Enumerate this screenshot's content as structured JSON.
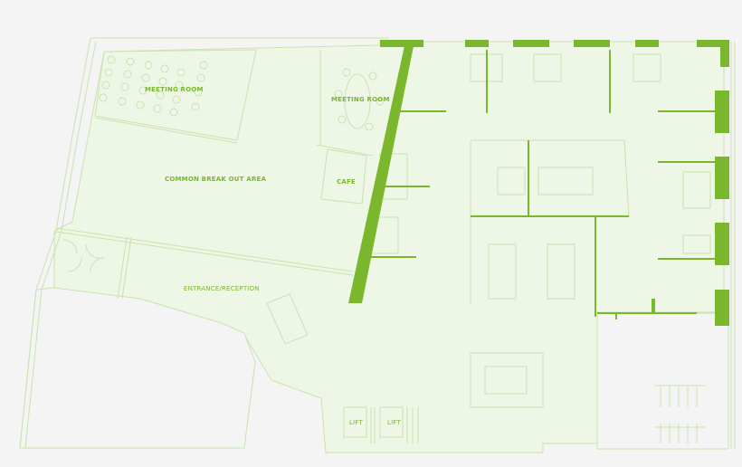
{
  "colors": {
    "background": "#f4f4f4",
    "floor_fill": "#eef6e6",
    "thin_line": "#c9e3b0",
    "wall_accent": "#7ab72c",
    "label_text": "#7ab72c"
  },
  "rooms": [
    {
      "id": "meeting-room-large",
      "label": "MEETING ROOM"
    },
    {
      "id": "meeting-room-small",
      "label": "MEETING ROOM"
    },
    {
      "id": "common-break-out-area",
      "label": "COMMON BREAK OUT AREA"
    },
    {
      "id": "cafe",
      "label": "CAFE"
    },
    {
      "id": "entrance-reception",
      "label": "ENTRANCE/RECEPTION"
    },
    {
      "id": "lift-1",
      "label": "LIFT"
    },
    {
      "id": "lift-2",
      "label": "LIFT"
    }
  ]
}
